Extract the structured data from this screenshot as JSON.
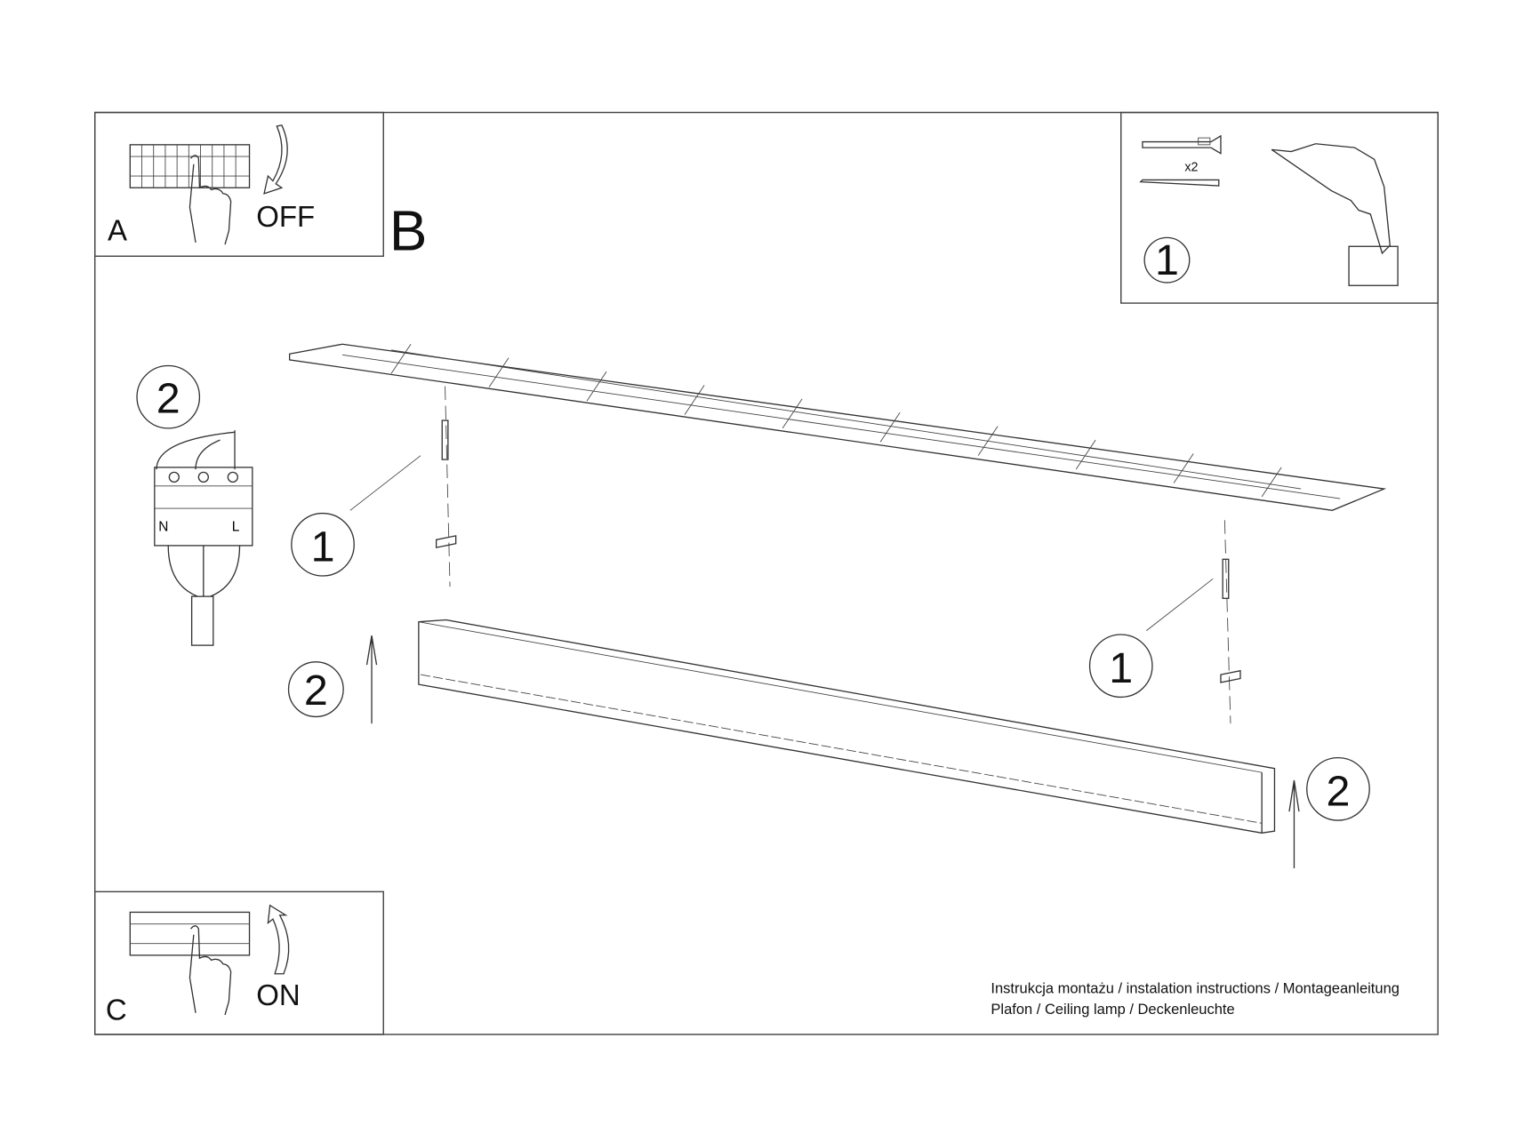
{
  "panels": {
    "a": {
      "letter": "A",
      "state": "OFF"
    },
    "b": {
      "letter": "B"
    },
    "c": {
      "letter": "C",
      "state": "ON"
    }
  },
  "tools": {
    "quantity": "x2",
    "step": "1"
  },
  "wiring": {
    "step": "2",
    "terminals": [
      "N",
      "L"
    ]
  },
  "steps": {
    "mount_left": "1",
    "mount_right": "1",
    "lift_left": "2",
    "lift_right": "2"
  },
  "footer": {
    "line1": "Instrukcja montażu / instalation instructions / Montageanleitung",
    "line2": "Plafon / Ceiling lamp / Deckenleuchte"
  }
}
